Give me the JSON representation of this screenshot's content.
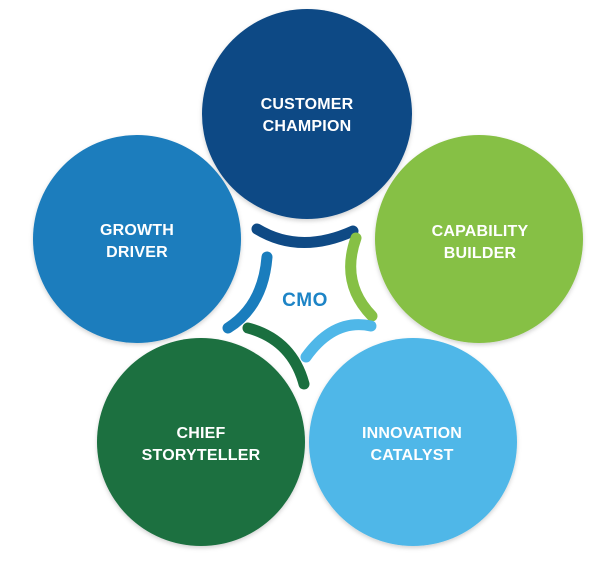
{
  "center": {
    "label": "CMO",
    "color": "#1d84c6"
  },
  "roles": [
    {
      "id": "customer-champion",
      "line1": "CUSTOMER",
      "line2": "CHAMPION",
      "color": "#0f4a85",
      "shadow": "#0a3563"
    },
    {
      "id": "capability-builder",
      "line1": "CAPABILITY",
      "line2": "BUILDER",
      "color": "#86c045",
      "shadow": "#5f9a2a"
    },
    {
      "id": "innovation-catalyst",
      "line1": "INNOVATION",
      "line2": "CATALYST",
      "color": "#4fb7e8",
      "shadow": "#2f94c8"
    },
    {
      "id": "chief-storyteller",
      "line1": "CHIEF",
      "line2": "STORYTELLER",
      "color": "#1a6f3f",
      "shadow": "#11532e"
    },
    {
      "id": "growth-driver",
      "line1": "GROWTH",
      "line2": "DRIVER",
      "color": "#1a7dbd",
      "shadow": "#125f94"
    }
  ]
}
